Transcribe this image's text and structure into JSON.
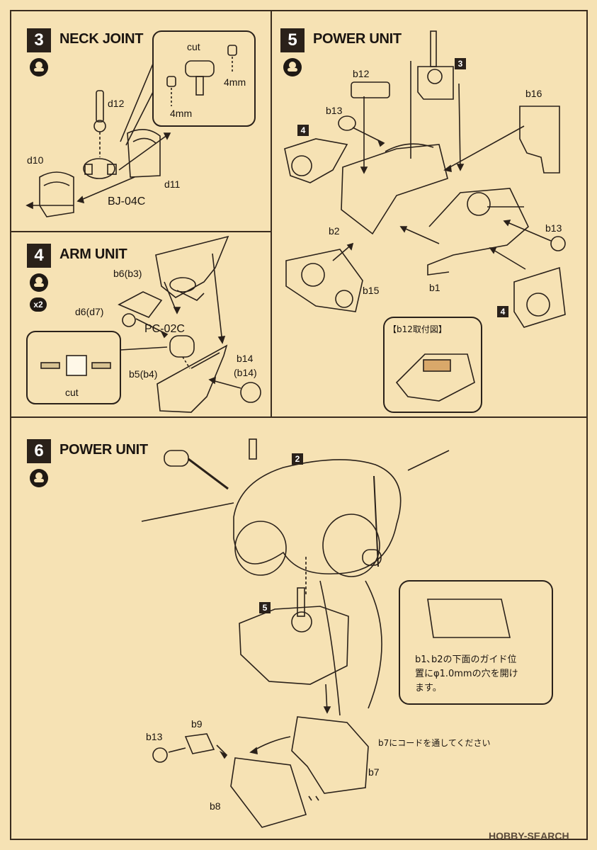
{
  "steps": {
    "s3": {
      "num": "3",
      "title": "NECK JOINT"
    },
    "s4": {
      "num": "4",
      "title": "ARM UNIT"
    },
    "s5": {
      "num": "5",
      "title": "POWER UNIT"
    },
    "s6": {
      "num": "6",
      "title": "POWER UNIT"
    }
  },
  "s3_labels": {
    "cut": "cut",
    "mm_right": "4mm",
    "mm_left": "4mm",
    "d12": "d12",
    "d10": "d10",
    "d11": "d11",
    "bj": "BJ-04C"
  },
  "s4_labels": {
    "x2": "x2",
    "b6": "b6(b3)",
    "d6": "d6(d7)",
    "pc": "PC-02C",
    "b14": "b14",
    "b14b": "(b14)",
    "b5": "b5(b4)",
    "cut": "cut"
  },
  "s5_labels": {
    "b12": "b12",
    "b13": "b13",
    "b16": "b16",
    "b2": "b2",
    "b13r": "b13",
    "b15": "b15",
    "b1": "b1",
    "ref3": "3",
    "ref4a": "4",
    "ref4b": "4",
    "callout": "【b12取付図】"
  },
  "s6_labels": {
    "ref2": "2",
    "ref5": "5",
    "b13": "b13",
    "b9": "b9",
    "b7": "b7",
    "b8": "b8",
    "cord": "b7にコードを通してください"
  },
  "s6_note": {
    "line1": "b1､b2の下面のガイド位",
    "line2": "置にφ1.0mmの穴を開け",
    "line3": "ます。"
  },
  "watermark": "HOBBY-SEARCH"
}
